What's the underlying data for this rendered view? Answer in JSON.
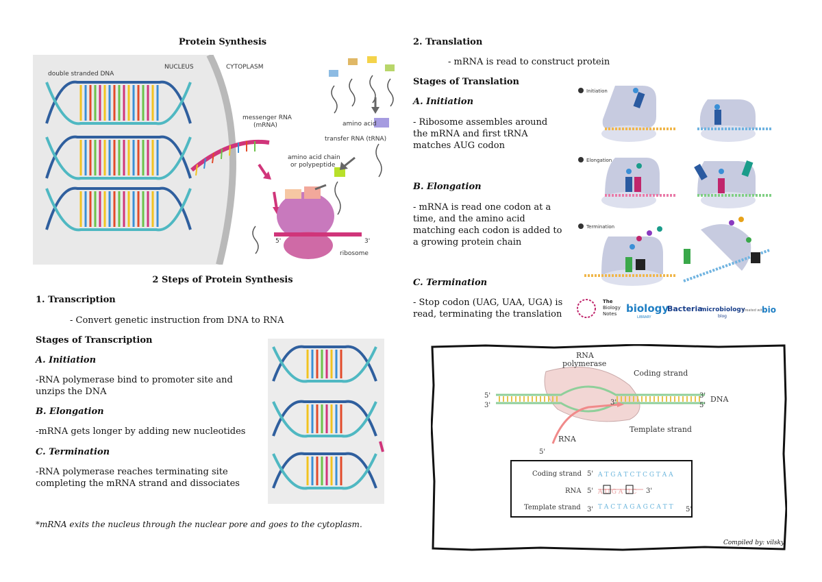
{
  "left": {
    "title": "Protein Synthesis",
    "fig1_labels": {
      "dna": "double stranded DNA",
      "nucleus": "NUCLEUS",
      "cytoplasm": "CYTOPLASM",
      "mrna": "messenger RNA",
      "mrna2": "(mRNA)",
      "amino_acid": "amino acid",
      "trna": "transfer RNA (tRNA)",
      "chain1": "amino acid chain",
      "chain2": "or polypeptide",
      "ribosome": "ribosome",
      "five": "5'",
      "three": "3'"
    },
    "subtitle": "2 Steps of Protein Synthesis",
    "step1_heading": "1. Transcription",
    "step1_desc": "- Convert genetic instruction from DNA to RNA",
    "stages_heading": "Stages of Transcription",
    "a_heading": "A. Initiation",
    "a_text": "-RNA polymerase bind to promoter site and unzips the DNA",
    "b_heading": "B. Elongation",
    "b_text": "-mRNA gets longer by adding new nucleotides",
    "c_heading": "C. Termination",
    "c_text": "-RNA polymerase reaches terminating site completing the mRNA strand and dissociates",
    "footnote": "*mRNA exits the nucleus through the nuclear pore and goes to the cytoplasm."
  },
  "right": {
    "step2_heading": "2. Translation",
    "step2_desc": "- mRNA is read to construct protein",
    "stages_heading": "Stages of Translation",
    "a_heading": "A. Initiation",
    "a_text": "- Ribosome assembles around the mRNA and first tRNA matches AUG codon",
    "b_heading": "B. Elongation",
    "b_text": "- mRNA is read one codon at a time, and the amino acid matching each codon is added to a growing protein chain",
    "c_heading": "C. Termination",
    "c_text": "- Stop codon (UAG, UAA, UGA) is read, terminating the translation",
    "fig_labels": {
      "initiation": "Initiation",
      "elongation": "Elongation",
      "termination": "Termination",
      "logo_tbn1": "The",
      "logo_tbn2": "Biology",
      "logo_tbn3": "Notes",
      "logo_bio": "biology",
      "logo_bio_sub": "LIBRARY",
      "logo_bact": "Bacteria",
      "logo_micro": "microbiology",
      "logo_micro_sub": "blog",
      "logo_created": "Created with",
      "logo_biorender": "bio"
    },
    "diagram": {
      "rna_polymerase1": "RNA",
      "rna_polymerase2": "polymerase",
      "coding_strand": "Coding strand",
      "template_strand": "Template strand",
      "rna": "RNA",
      "dna": "DNA",
      "five": "5'",
      "three": "3'",
      "table_coding_label": "Coding strand",
      "table_rna_label": "RNA",
      "table_template_label": "Template strand",
      "coding_seq": "A T G A T C T C G T A A",
      "rna_seq": "A U G A U C",
      "template_seq": "T A C T A G A G C A T T"
    },
    "credit": "Compiled by: vilsky"
  }
}
